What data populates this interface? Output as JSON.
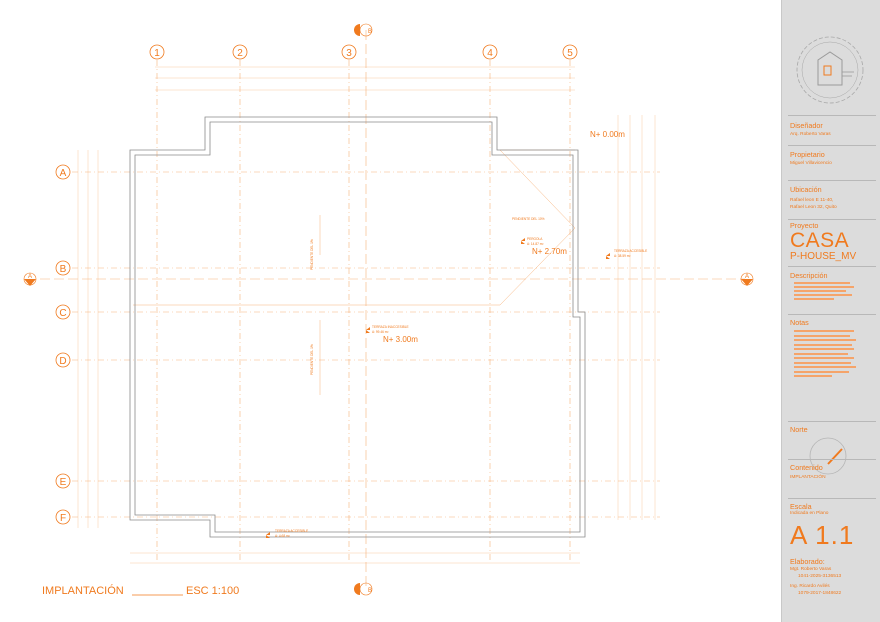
{
  "drawing": {
    "grid_columns": [
      "1",
      "2",
      "3",
      "4",
      "5"
    ],
    "grid_rows": [
      "A",
      "B",
      "C",
      "D",
      "E",
      "F"
    ],
    "section_markers": {
      "top": "B",
      "bottom": "B",
      "left": "A",
      "right": "A"
    },
    "levels": [
      "N+ 0.00m",
      "N+ 2.70m",
      "N+ 3.00m"
    ],
    "footer_title": "IMPLANTACIÓN",
    "footer_scale": "ESC 1:100"
  },
  "titleblock": {
    "designer_label": "Diseñador",
    "designer_value": "Arq. Roberto Varas",
    "owner_label": "Propietario",
    "owner_value": "Miguel Villavicencio",
    "location_label": "Ubicación",
    "location_line1": "Rafael leon E 11-40,",
    "location_line2": "Rafael Leon 32, Quito",
    "project_label": "Proyecto",
    "project_name": "CASA",
    "project_sub": "P-HOUSE_MV",
    "description_label": "Descripción",
    "notes_label": "Notas",
    "north_label": "Norte",
    "content_label": "Contenido",
    "content_value": "IMPLANTACIÓN",
    "scale_label": "Escala",
    "scale_value": "Indicada en Plano",
    "sheet": "A 1.1",
    "prepared_label": "Elaborado:",
    "prepared_1": "Mgt. Roberto Varas",
    "prepared_1_id": "1041-2025-3136513",
    "prepared_2": "Ing. Ricardo Avilés",
    "prepared_2_id": "1079-2017-1848622"
  },
  "colors": {
    "accent": "#f07a1e",
    "line": "#f7b27a",
    "wall": "#8a8a8a",
    "panel": "#dcdcdc"
  }
}
